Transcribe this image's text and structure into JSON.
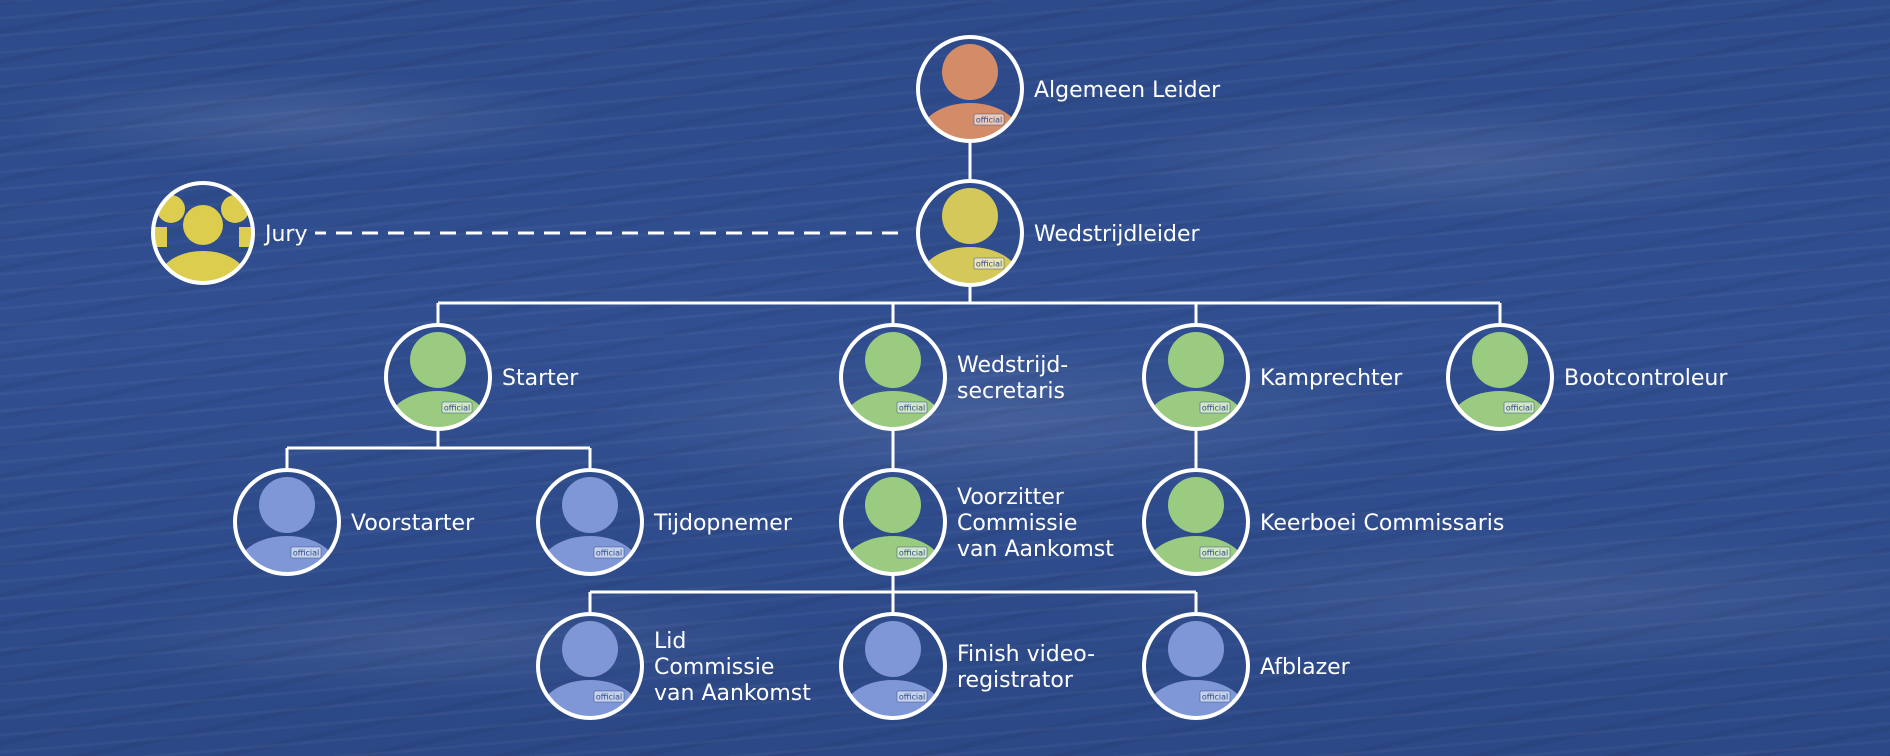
{
  "colors": {
    "background": "#2e4b8c",
    "line": "#ffffff",
    "head": "#d38c67",
    "competition": "#d4c85a",
    "jury": "#dccd4f",
    "green": "#9acb80",
    "blue": "#7f97d6"
  },
  "nodes": [
    {
      "id": "algemeen-leider",
      "label": [
        "Algemeen Leider"
      ],
      "color": "head",
      "badge": "official",
      "icon": "person-icon"
    },
    {
      "id": "wedstrijdleider",
      "label": [
        "Wedstrijdleider"
      ],
      "color": "competition",
      "badge": "official",
      "icon": "person-icon"
    },
    {
      "id": "jury",
      "label": [
        "Jury"
      ],
      "color": "jury",
      "badge": "",
      "icon": "group-icon"
    },
    {
      "id": "starter",
      "label": [
        "Starter"
      ],
      "color": "green",
      "badge": "official",
      "icon": "person-icon"
    },
    {
      "id": "wedstrijdsecretaris",
      "label": [
        "Wedstrijd-",
        "secretaris"
      ],
      "color": "green",
      "badge": "official",
      "icon": "person-icon"
    },
    {
      "id": "kamprechter",
      "label": [
        "Kamprechter"
      ],
      "color": "green",
      "badge": "official",
      "icon": "person-icon"
    },
    {
      "id": "bootcontroleur",
      "label": [
        "Bootcontroleur"
      ],
      "color": "green",
      "badge": "official",
      "icon": "person-icon"
    },
    {
      "id": "voorstarter",
      "label": [
        "Voorstarter"
      ],
      "color": "blue",
      "badge": "official",
      "icon": "person-icon"
    },
    {
      "id": "tijdopnemer",
      "label": [
        "Tijdopnemer"
      ],
      "color": "blue",
      "badge": "official",
      "icon": "person-icon"
    },
    {
      "id": "voorzitter-commissie",
      "label": [
        "Voorzitter",
        "Commissie",
        "van Aankomst"
      ],
      "color": "green",
      "badge": "official",
      "icon": "person-icon"
    },
    {
      "id": "keerboei-commissaris",
      "label": [
        "Keerboei Commissaris"
      ],
      "color": "green",
      "badge": "official",
      "icon": "person-icon"
    },
    {
      "id": "lid-commissie",
      "label": [
        "Lid",
        "Commissie",
        "van Aankomst"
      ],
      "color": "blue",
      "badge": "official",
      "icon": "person-icon"
    },
    {
      "id": "finish-videoregistrator",
      "label": [
        "Finish video-",
        "registrator"
      ],
      "color": "blue",
      "badge": "official",
      "icon": "person-icon"
    },
    {
      "id": "afblazer",
      "label": [
        "Afblazer"
      ],
      "color": "blue",
      "badge": "official",
      "icon": "person-icon"
    }
  ],
  "edges": [
    {
      "from": "algemeen-leider",
      "to": [
        "wedstrijdleider"
      ],
      "style": "solid"
    },
    {
      "from": "wedstrijdleider",
      "to": [
        "starter",
        "wedstrijdsecretaris",
        "kamprechter",
        "bootcontroleur"
      ],
      "style": "solid"
    },
    {
      "from": "starter",
      "to": [
        "voorstarter",
        "tijdopnemer"
      ],
      "style": "solid"
    },
    {
      "from": "wedstrijdsecretaris",
      "to": [
        "voorzitter-commissie"
      ],
      "style": "solid"
    },
    {
      "from": "kamprechter",
      "to": [
        "keerboei-commissaris"
      ],
      "style": "solid"
    },
    {
      "from": "voorzitter-commissie",
      "to": [
        "lid-commissie",
        "finish-videoregistrator",
        "afblazer"
      ],
      "style": "solid"
    },
    {
      "from": "wedstrijdleider",
      "to": [
        "jury"
      ],
      "style": "dashed"
    }
  ]
}
